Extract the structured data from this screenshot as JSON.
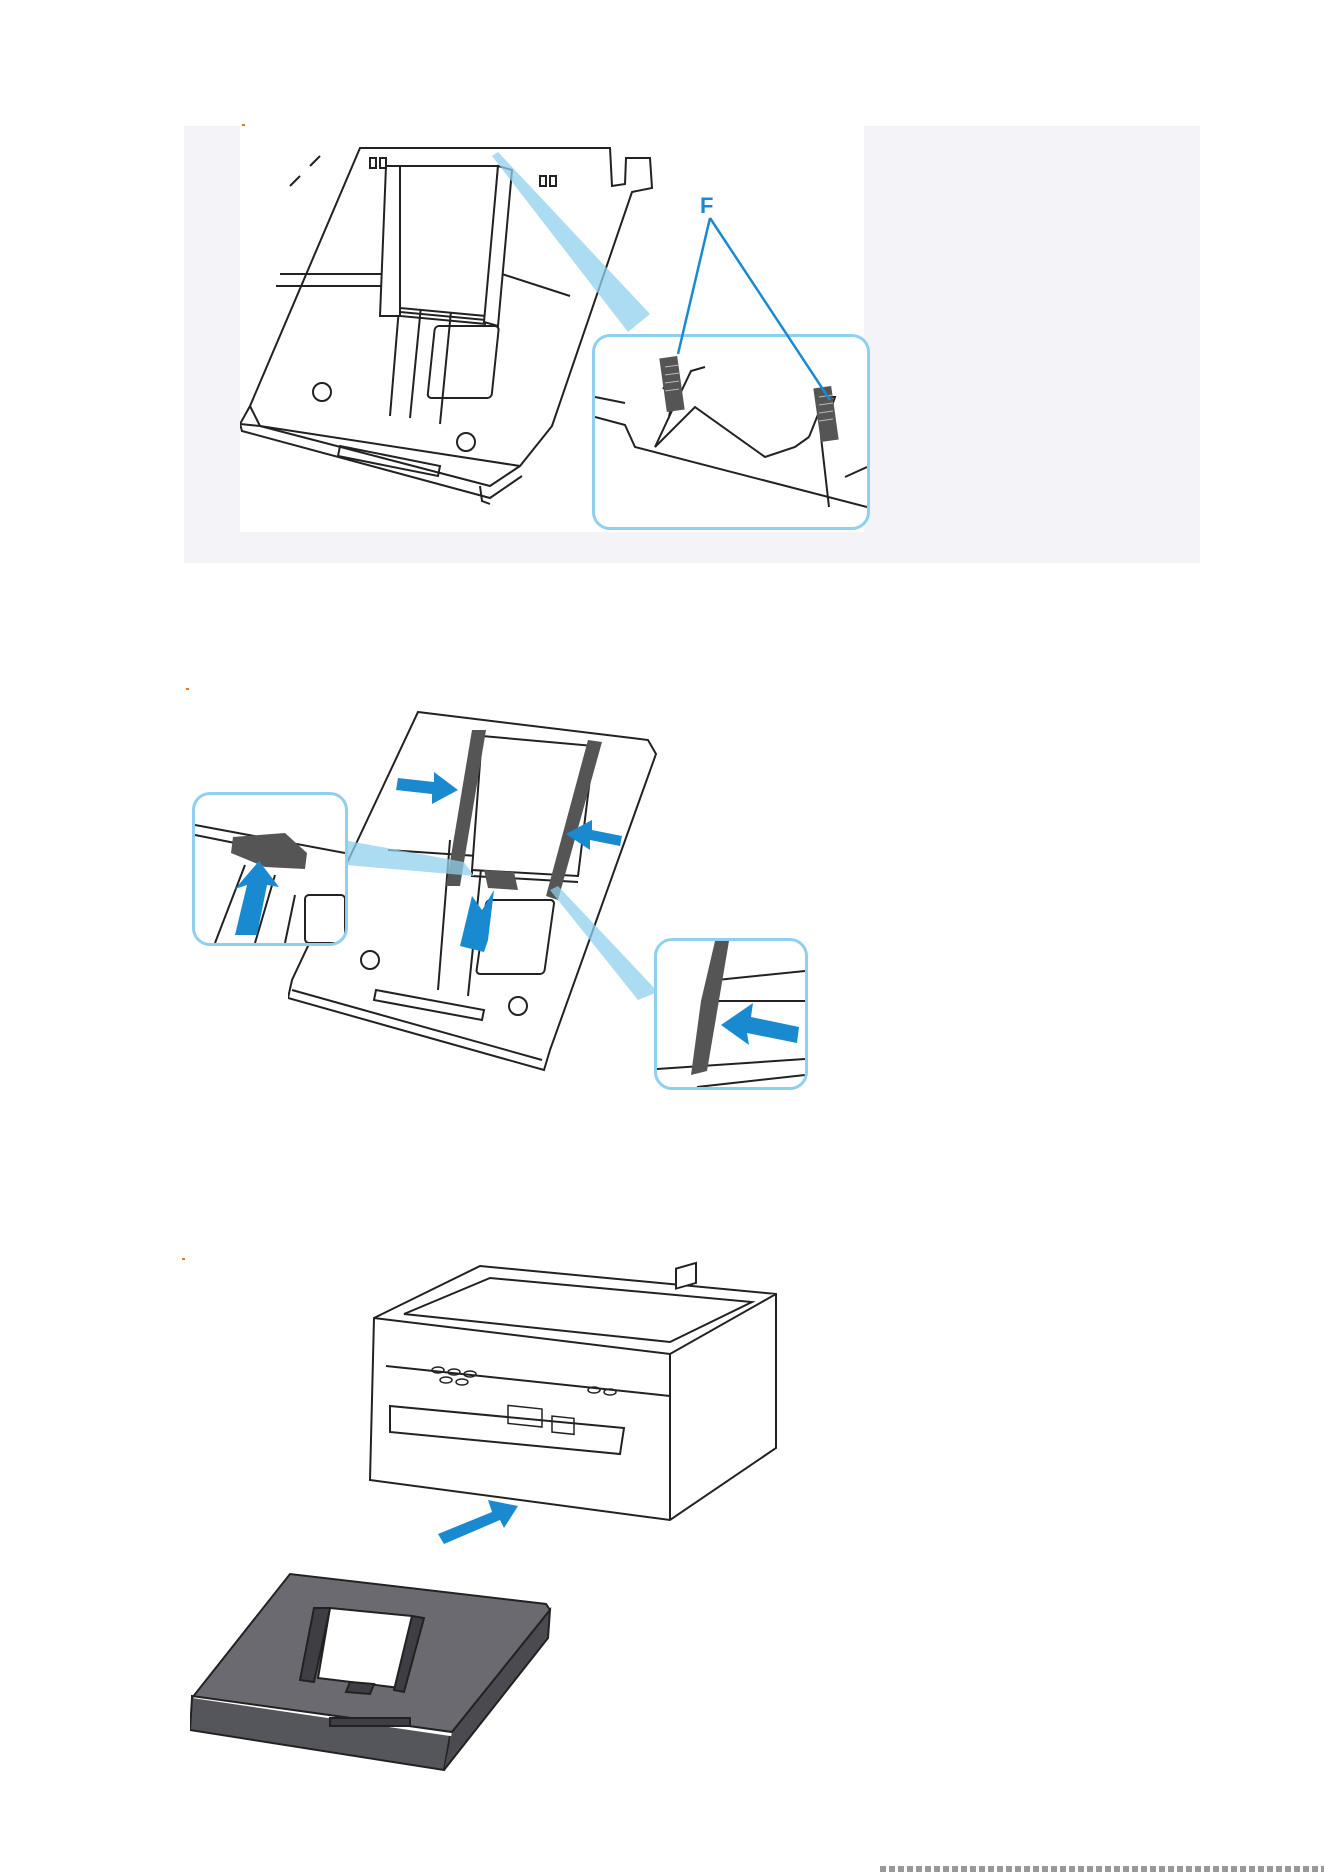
{
  "figure1": {
    "callout_label": "F"
  },
  "colors": {
    "accent_blue": "#1a8ad0",
    "callout_outline": "#8fd0ee",
    "panel_bg": "#f3f3f8",
    "cassette_dark": "#55555c"
  },
  "icons": [
    "tray-illustration",
    "paper-guide-detail",
    "arrow-icon",
    "printer-illustration"
  ]
}
